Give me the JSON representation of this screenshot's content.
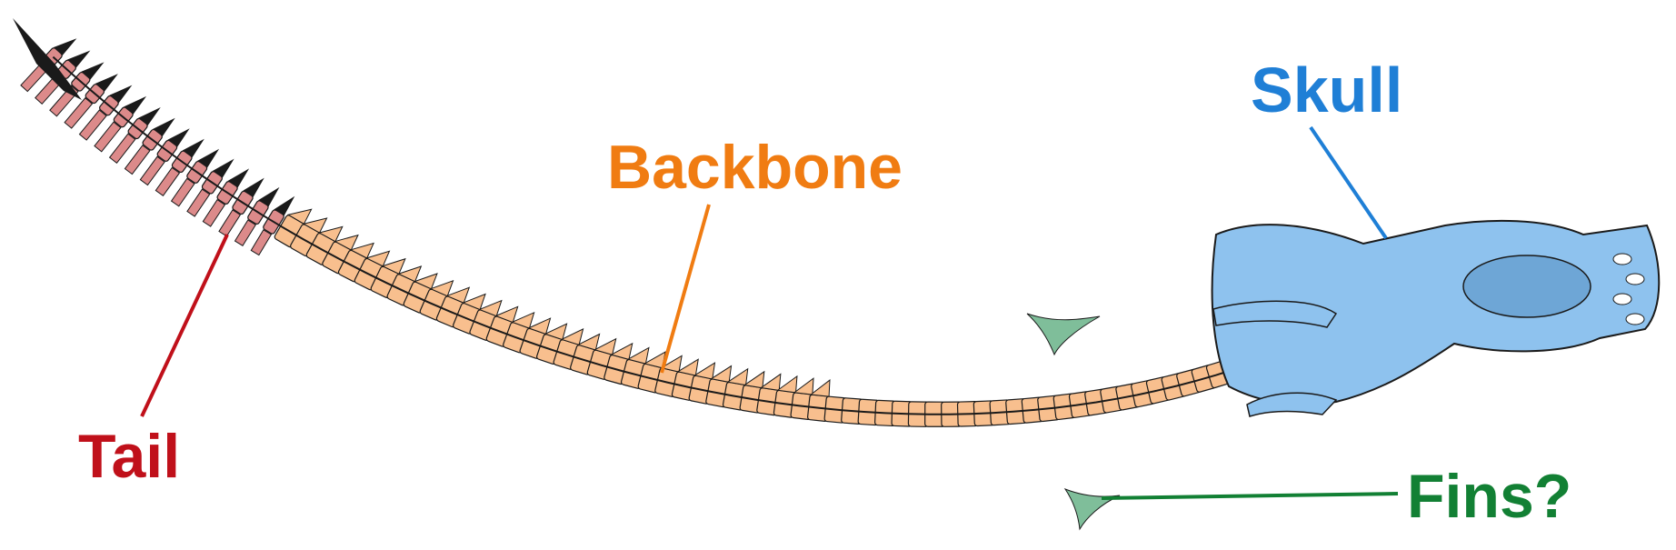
{
  "labels": {
    "skull": "Skull",
    "backbone": "Backbone",
    "tail": "Tail",
    "fins": "Fins?"
  },
  "colors": {
    "skull": "#1f7fd6",
    "skull_fill": "#8ec2ee",
    "backbone": "#f07c12",
    "backbone_fill": "#f8bf8e",
    "tail": "#c0101a",
    "tail_fill": "#dc8a8a",
    "fins": "#128034",
    "fins_fill": "#7fbe9a",
    "outline": "#1a1a1a"
  }
}
